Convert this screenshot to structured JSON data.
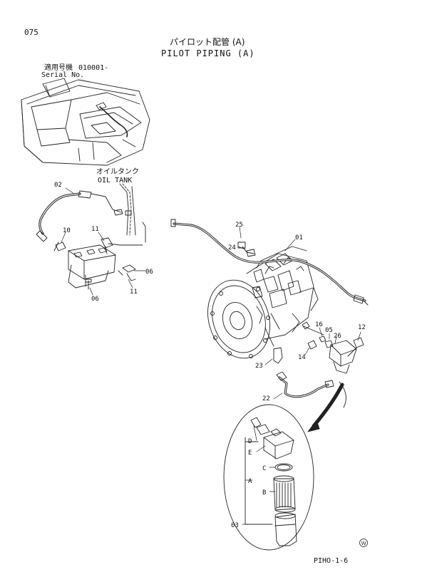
{
  "page_number": "075",
  "title_jp": "パイロット配管 (A)",
  "title_en": "PILOT PIPING (A)",
  "serial_label_jp": "適用号機",
  "serial_label_en": "Serial No.",
  "serial_value": "010001-",
  "oil_tank_jp": "オイルタンク",
  "oil_tank_en": "OIL TANK",
  "footer_code": "PIHO-1-6",
  "callouts": {
    "p01": "01",
    "p02": "02",
    "p03": "03",
    "p05": "05",
    "p06a": "06",
    "p06b": "06",
    "p10": "10",
    "p11a": "11",
    "p11b": "11",
    "p12": "12",
    "p14": "14",
    "p16": "16",
    "p22": "22",
    "p23": "23",
    "p24": "24",
    "p25": "25",
    "p26": "26",
    "A": "A",
    "B": "B",
    "C": "C",
    "D": "D",
    "E": "E"
  },
  "logo_text": "W"
}
